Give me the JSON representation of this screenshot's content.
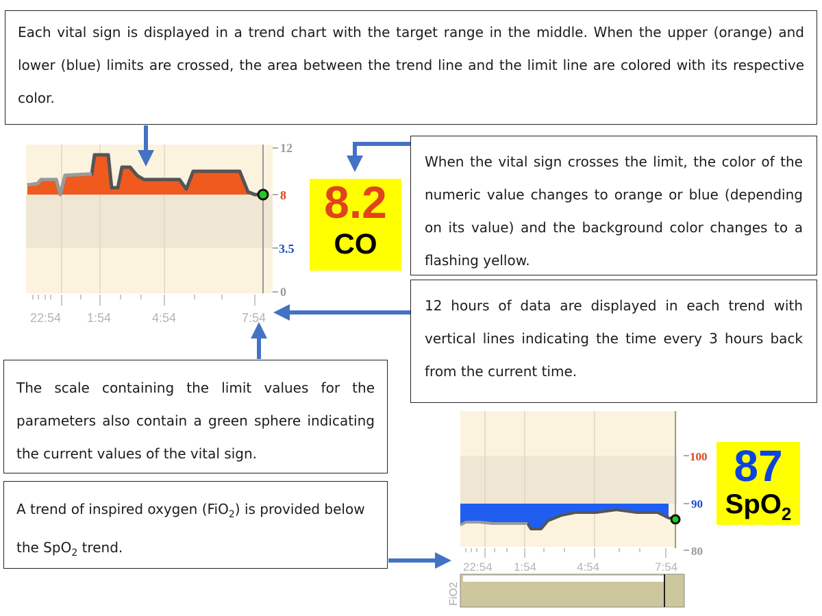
{
  "callouts": {
    "top": "Each vital sign is displayed in a trend chart with the target range in the middle. When the upper (orange) and lower (blue) limits are crossed, the area between the trend line and the limit line are colored with its respective color.",
    "limit": "When the vital sign crosses the limit, the color of the numeric value changes to orange or blue (depending on its value) and the background color changes to a flashing yellow.",
    "hours": "12 hours of data are displayed in each trend with vertical lines indicating the time every 3 hours back from the current time.",
    "scale": "The scale containing the limit values for the parameters also contain a green sphere indicating the current values of the vital sign.",
    "fio2": {
      "part1": "A trend of inspired oxygen (FiO",
      "sub1": "2",
      "part2": ") is provided below the SpO",
      "sub2": "2",
      "part3": " trend."
    }
  },
  "co": {
    "value": "8.2",
    "label": "CO",
    "scale": {
      "top": "12",
      "upper": "8",
      "lower": "3.5",
      "bottom": "0"
    },
    "times": [
      "22:54",
      "1:54",
      "4:54",
      "7:54"
    ]
  },
  "spo2": {
    "value": "87",
    "label": "SpO",
    "label_sub": "2",
    "scale": {
      "upper": "100",
      "lower": "90",
      "bottom": "80"
    },
    "times": [
      "22:54",
      "1:54",
      "4:54",
      "7:54"
    ]
  },
  "fio2": {
    "label": "FiO2"
  },
  "colors": {
    "upper_limit": "#f05a1e",
    "lower_limit": "#1f5ef0",
    "value_alarm_bg": "#ffff00",
    "plot_bg": "#fcf3df",
    "target_band": "#efe6d4",
    "current_marker": "#22cc22",
    "arrow": "#4472c4",
    "fio2_fill": "#ccc79c"
  }
}
